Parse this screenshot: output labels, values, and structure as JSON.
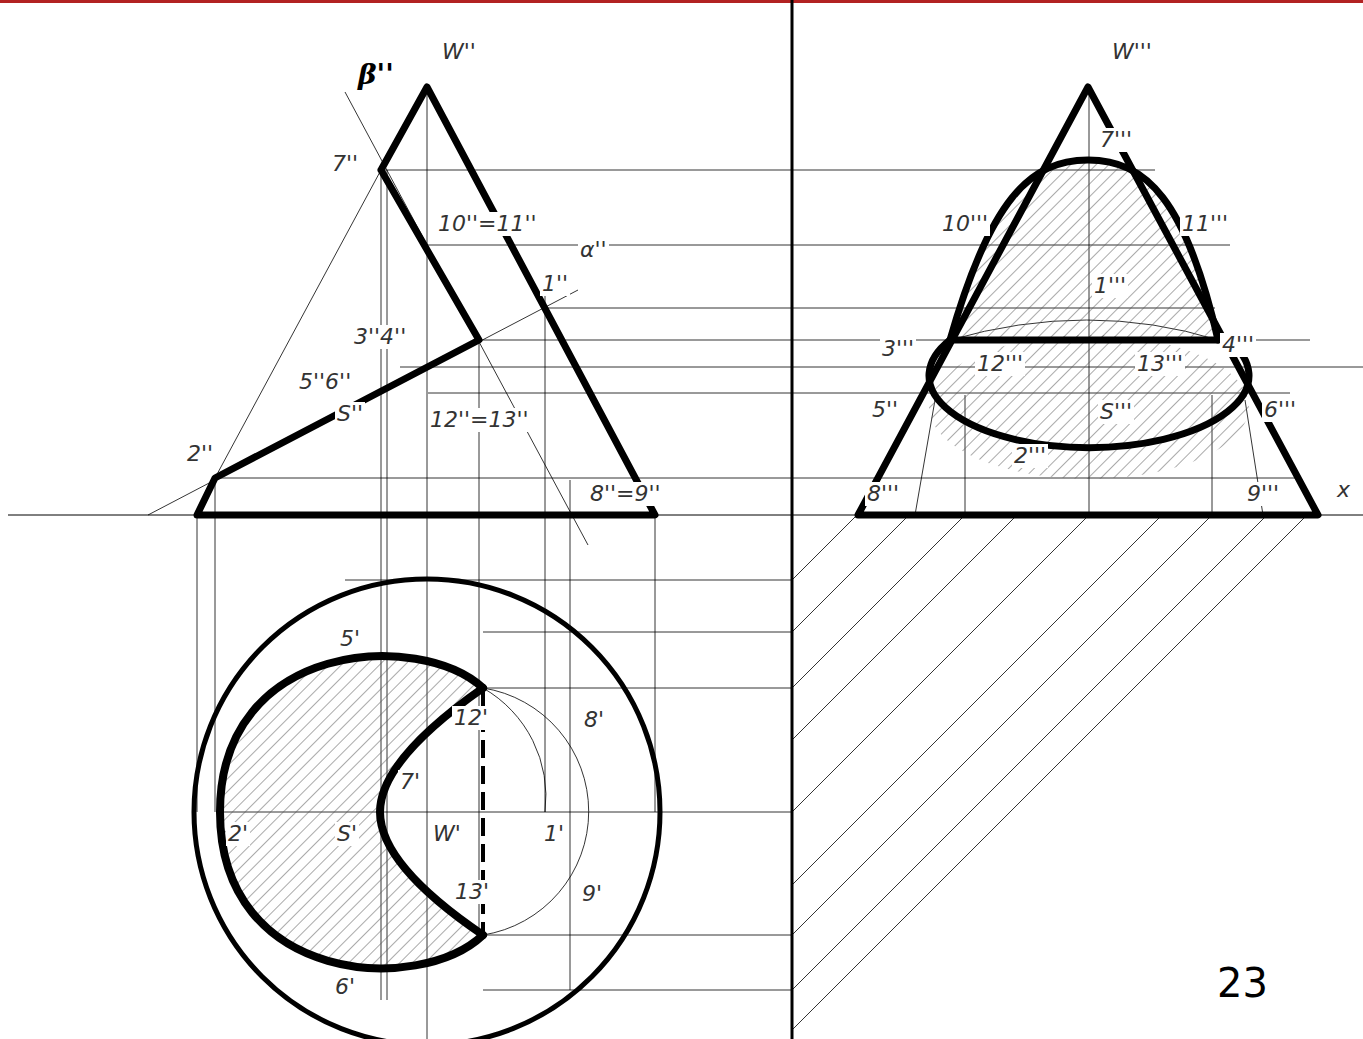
{
  "diagram": {
    "labels": [
      "β''",
      "W''",
      "7''",
      "10''=11''",
      "1''",
      "α''",
      "3''4''",
      "5''6''",
      "S''",
      "12''=13''",
      "2''",
      "8''=9''",
      "W'''",
      "7'''",
      "10'''",
      "11'''",
      "1'''",
      "3'''",
      "4'''",
      "12'''",
      "13'''",
      "5''",
      "S'''",
      "6'''",
      "2'''",
      "8'''",
      "9'''",
      "x",
      "5'",
      "12'",
      "8'",
      "7'",
      "2'",
      "S'",
      "W'",
      "1'",
      "13'",
      "9'",
      "6'",
      "23"
    ]
  }
}
